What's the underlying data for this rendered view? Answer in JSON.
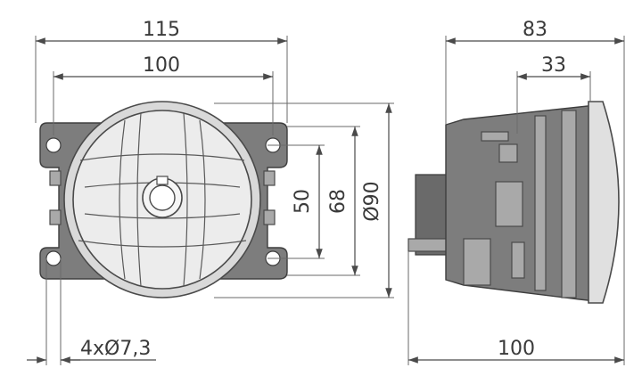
{
  "dimensions": {
    "front_total_width": "115",
    "front_hole_spacing": "100",
    "vertical_50": "50",
    "vertical_68": "68",
    "diameter": "Ø90",
    "holes": "4xØ7,3",
    "side_depth": "83",
    "side_lens_depth": "33",
    "side_total_depth": "100"
  },
  "colors": {
    "body": "#7d7d7d",
    "lens": "#ececec",
    "lines": "#4a4a4a"
  }
}
